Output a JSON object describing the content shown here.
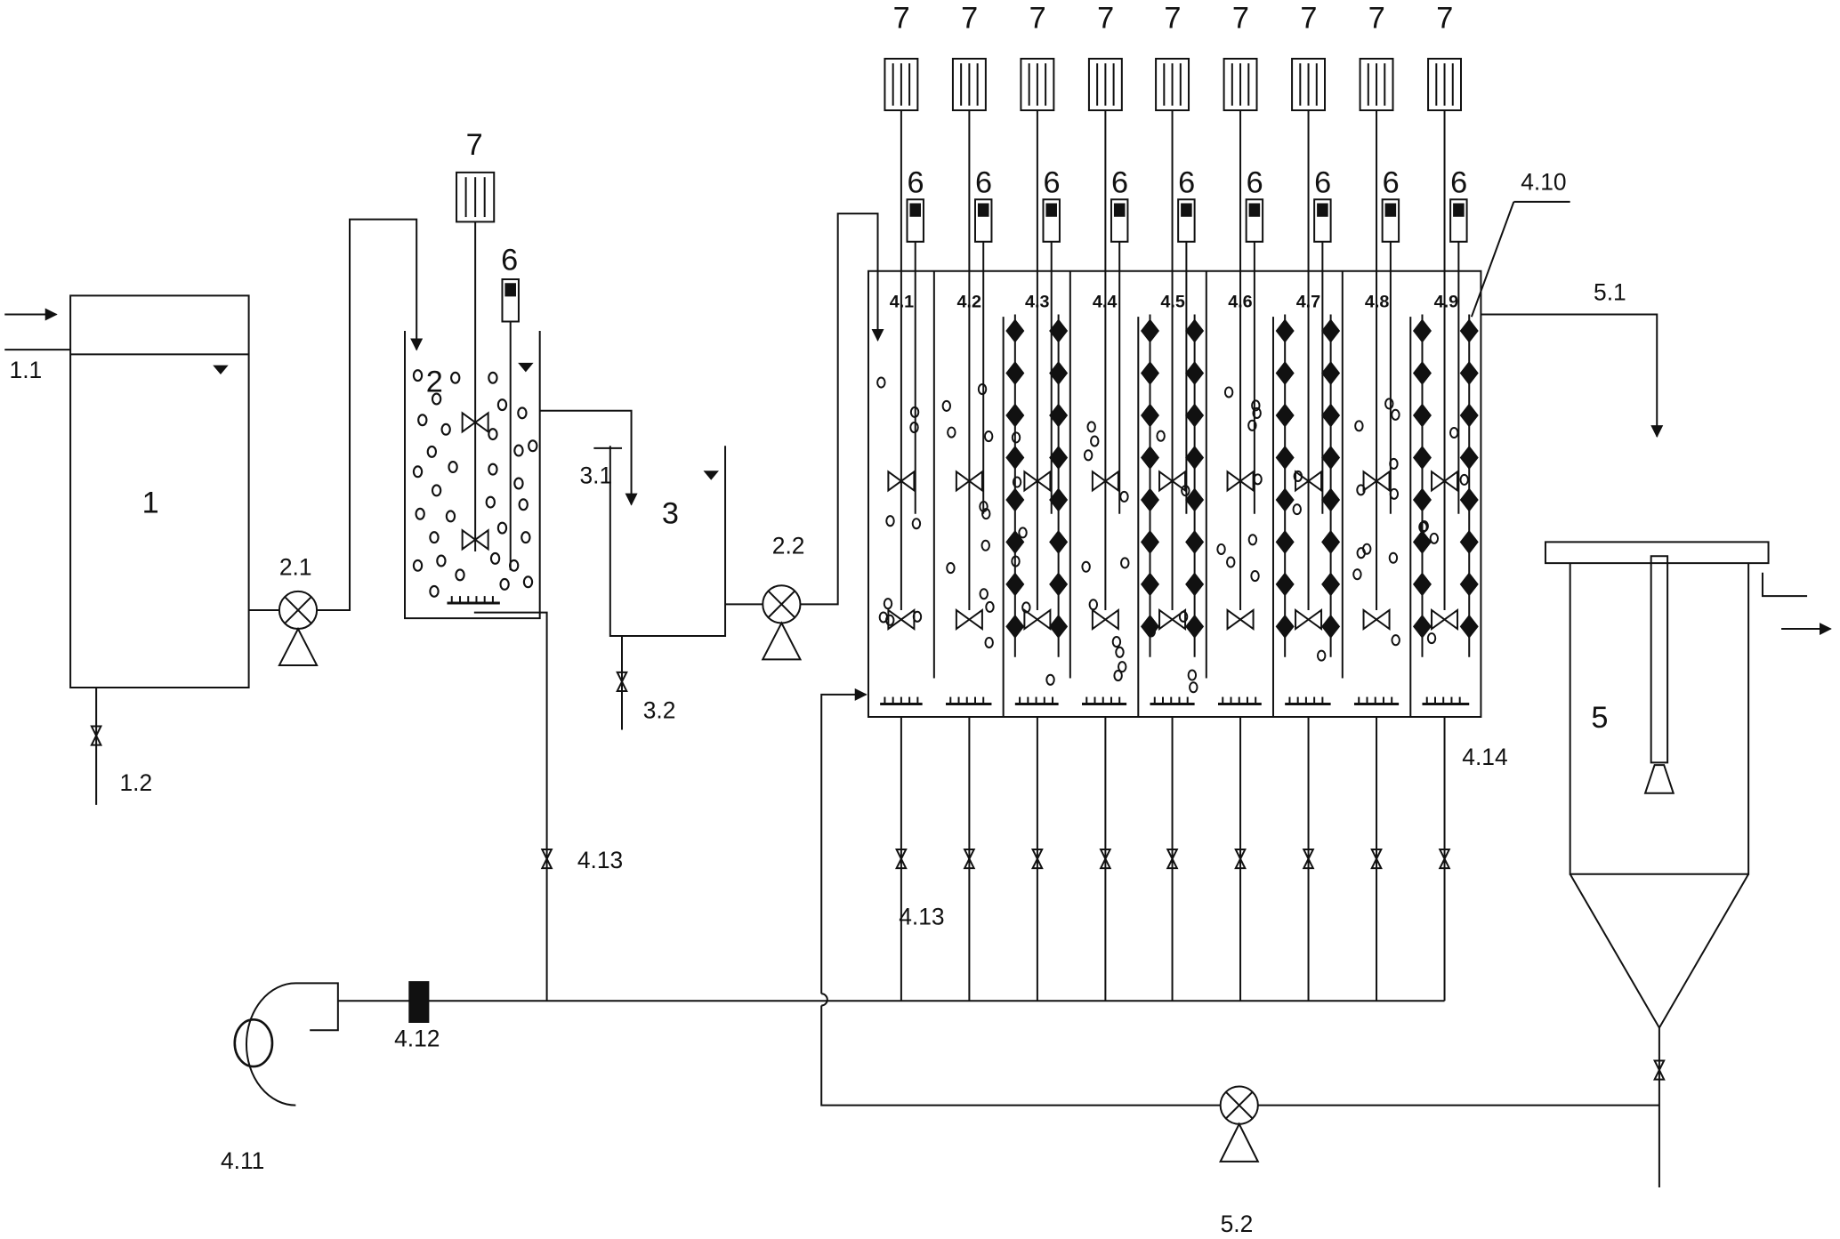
{
  "labels": {
    "inlet": "1.1",
    "tank1": "1",
    "drain1": "1.2",
    "pump21": "2.1",
    "tank2": "2",
    "motor7_tank2": "7",
    "probe6_tank2": "6",
    "inlet31": "3.1",
    "tank3": "3",
    "drain32": "3.2",
    "pump22": "2.2",
    "valve413_left": "4.13",
    "valve413_right": "4.13",
    "blower": "4.11",
    "flowmeter": "4.12",
    "reactor_label_410": "4.10",
    "reactor_label_414": "4.14",
    "clarifier_inlet": "5.1",
    "clarifier": "5",
    "recycle_pump": "5.2"
  },
  "compartments": [
    "4.1",
    "4.2",
    "4.3",
    "4.4",
    "4.5",
    "4.6",
    "4.7",
    "4.8",
    "4.9"
  ],
  "motor_label": "7",
  "probe_label": "6",
  "colors": {
    "line": "#111111",
    "background": "#ffffff"
  }
}
